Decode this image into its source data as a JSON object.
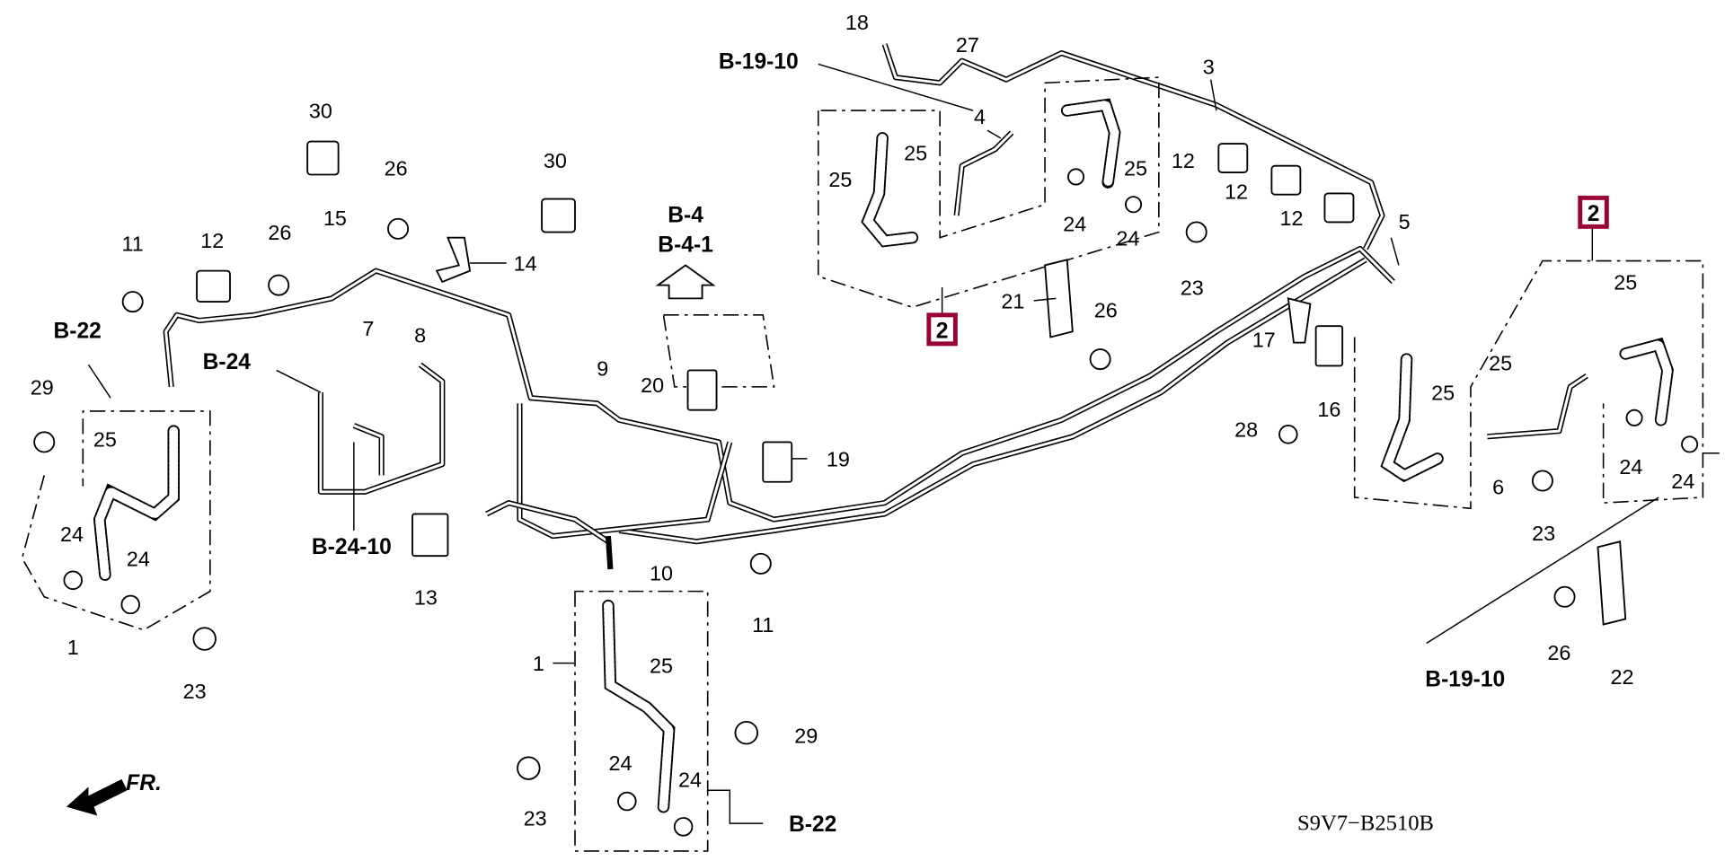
{
  "diagram": {
    "code": "S9V7−B2510B",
    "front_marker": "FR.",
    "highlight_color": "#990033",
    "references": [
      {
        "id": "ref-b19-10-top",
        "text": "B-19-10"
      },
      {
        "id": "ref-b4",
        "text": "B-4"
      },
      {
        "id": "ref-b4-1",
        "text": "B-4-1"
      },
      {
        "id": "ref-b24",
        "text": "B-24"
      },
      {
        "id": "ref-b24-10",
        "text": "B-24-10"
      },
      {
        "id": "ref-b22-left",
        "text": "B-22"
      },
      {
        "id": "ref-b22-bottom",
        "text": "B-22"
      },
      {
        "id": "ref-b19-10-right",
        "text": "B-19-10"
      }
    ],
    "highlighted_parts": [
      "2",
      "2"
    ],
    "callouts": [
      "18",
      "27",
      "3",
      "4",
      "25",
      "25",
      "25",
      "12",
      "12",
      "12",
      "24",
      "24",
      "23",
      "5",
      "21",
      "26",
      "17",
      "16",
      "28",
      "25",
      "25",
      "25",
      "6",
      "24",
      "24",
      "23",
      "26",
      "22",
      "30",
      "26",
      "30",
      "26",
      "15",
      "11",
      "12",
      "14",
      "20",
      "9",
      "19",
      "7",
      "8",
      "13",
      "29",
      "25",
      "24",
      "24",
      "1",
      "23",
      "10",
      "11",
      "1",
      "25",
      "29",
      "24",
      "24",
      "23"
    ]
  }
}
